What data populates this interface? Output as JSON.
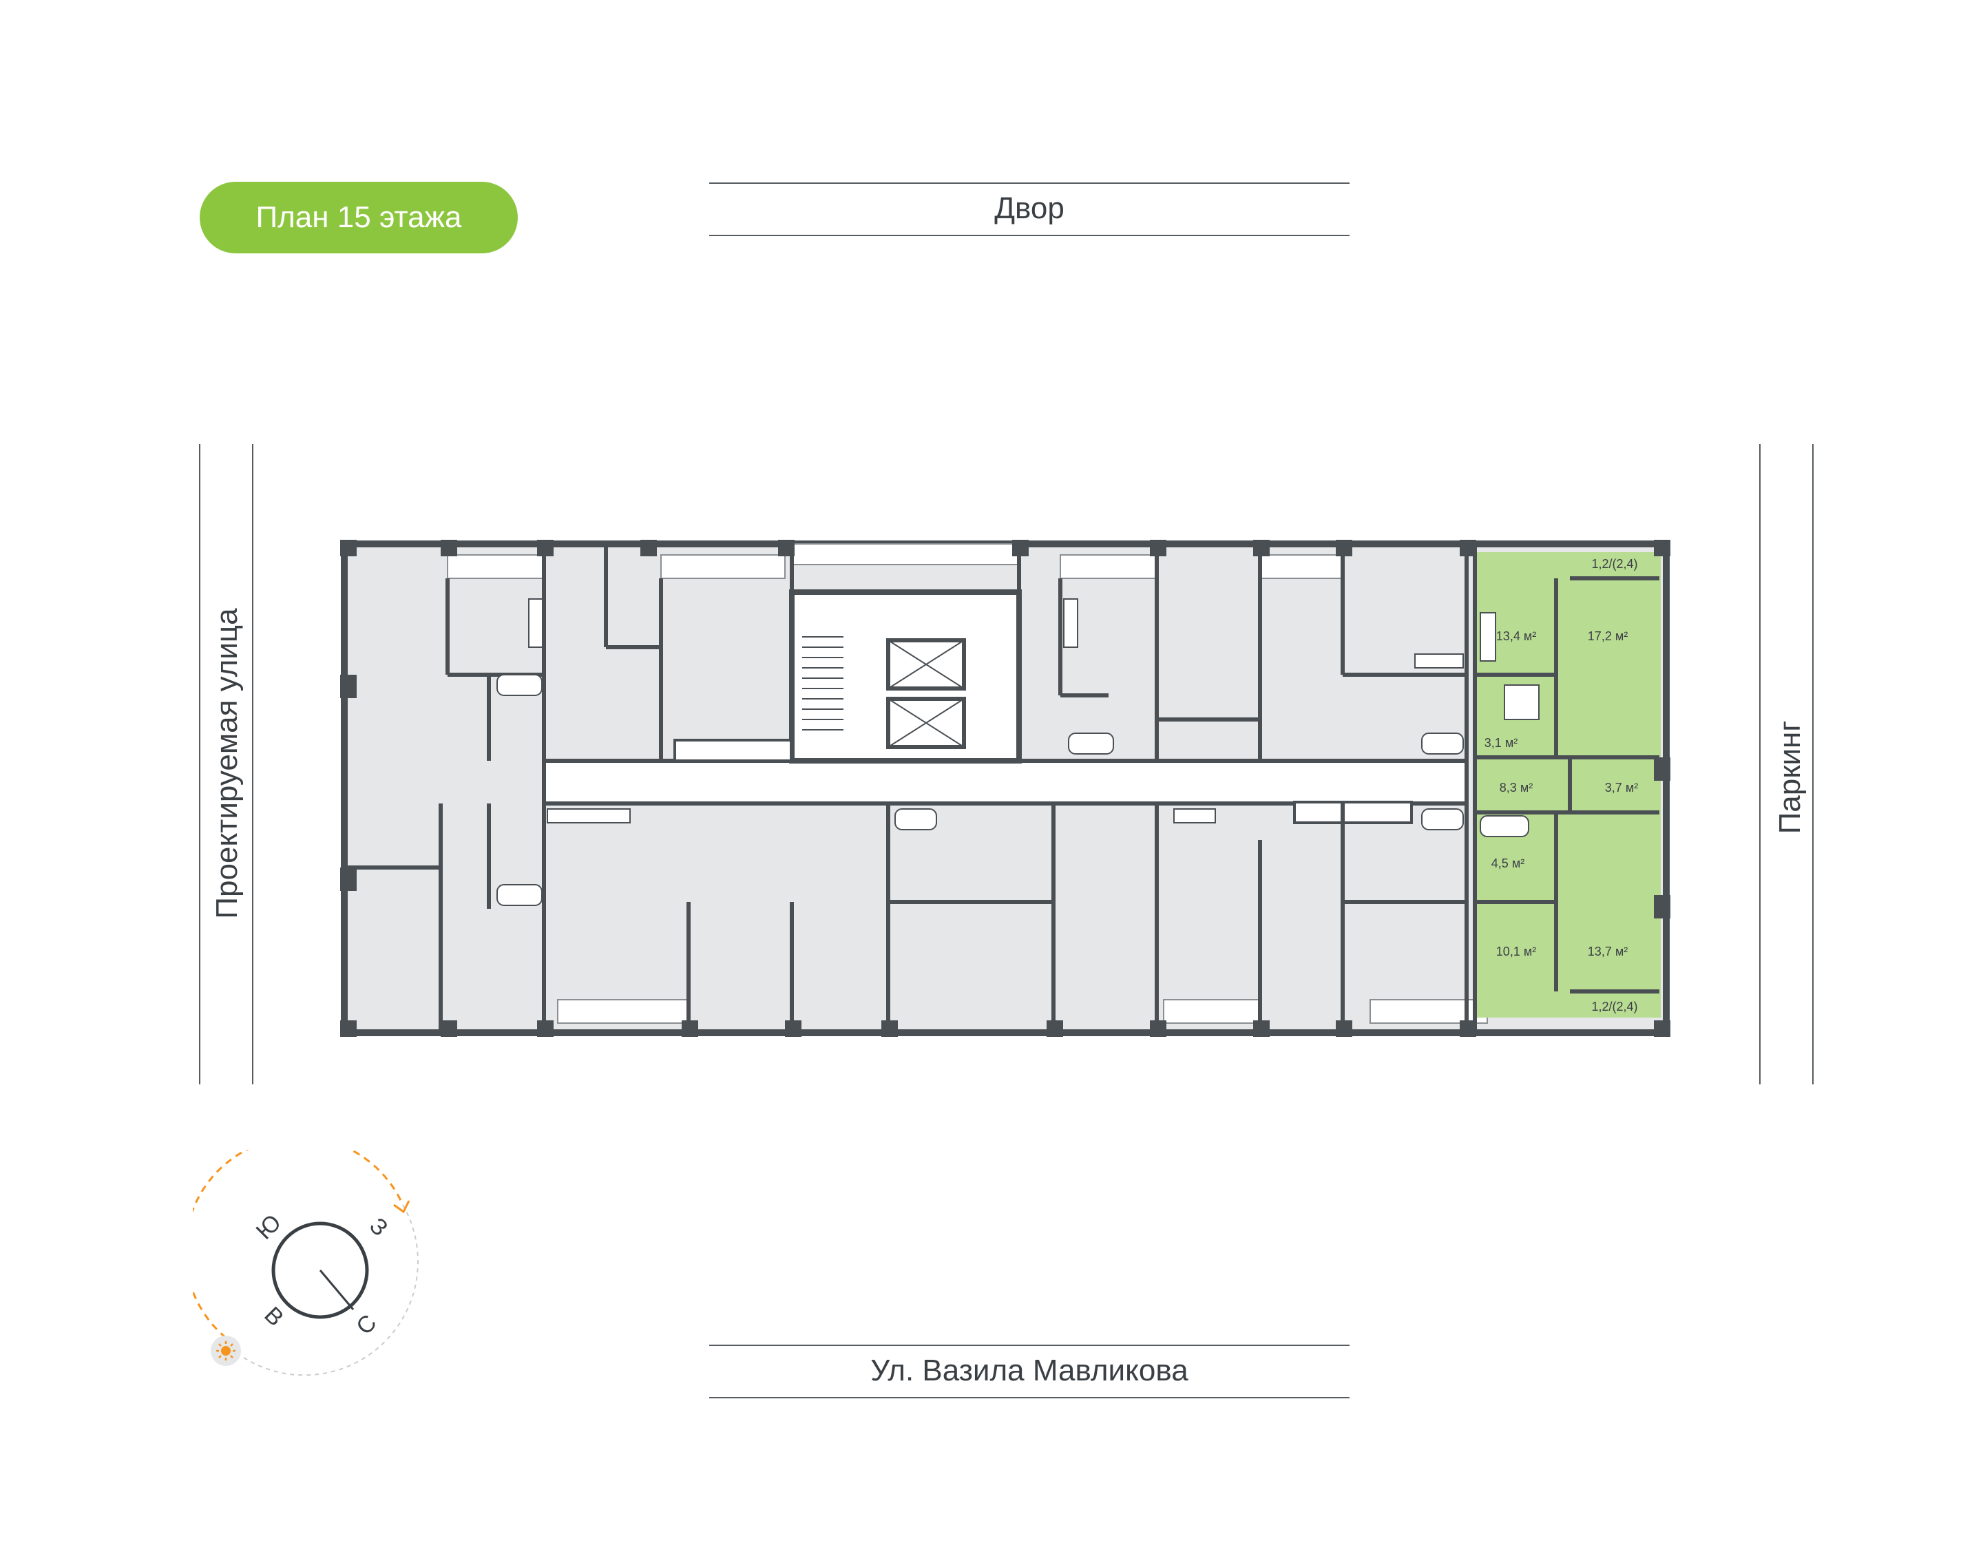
{
  "badge": {
    "label": "План 15 этажа"
  },
  "streets": {
    "top": "Двор",
    "bottom": "Ул. Вазила Мавликова",
    "left": "Проектируемая улица",
    "right": "Паркинг"
  },
  "compass": {
    "letters": {
      "north": "С",
      "south": "Ю",
      "east": "В",
      "west": "З"
    },
    "sun_icon": "sun-icon",
    "path_color": "#f7941d"
  },
  "apartment": {
    "highlight_color": "#b9dc93",
    "rooms": [
      {
        "id": "kitchen",
        "area": "13,4 м²"
      },
      {
        "id": "bedroom-1",
        "area": "17,2 м²"
      },
      {
        "id": "bathroom-1",
        "area": "3,1 м²"
      },
      {
        "id": "hall",
        "area": "8,3 м²"
      },
      {
        "id": "storage",
        "area": "3,7 м²"
      },
      {
        "id": "bathroom-2",
        "area": "4,5 м²"
      },
      {
        "id": "bedroom-2",
        "area": "10,1 м²"
      },
      {
        "id": "bedroom-3",
        "area": "13,7 м²"
      },
      {
        "id": "balcony-top",
        "area": "1,2/(2,4)"
      },
      {
        "id": "balcony-bottom",
        "area": "1,2/(2,4)"
      }
    ]
  },
  "colors": {
    "accent": "#8cc63f",
    "wall": "#4a4f54",
    "room_fill": "#e6e7e8",
    "line": "#555b60"
  }
}
